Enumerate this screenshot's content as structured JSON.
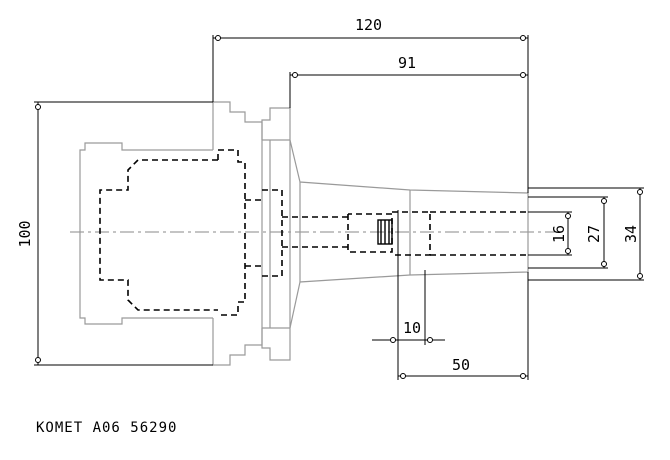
{
  "dimensions": {
    "total_length": "120",
    "taper_length": "91",
    "flange_diameter": "100",
    "clamp_diameter": "16",
    "inner_diameter": "27",
    "outer_diameter": "34",
    "slot_width": "10",
    "clamp_length": "50"
  },
  "caption": "KOMET A06 56290",
  "colors": {
    "outline": "#9a9a9a",
    "dashed": "#000000",
    "dimension": "#000000",
    "centerline": "#8a8a8a"
  }
}
